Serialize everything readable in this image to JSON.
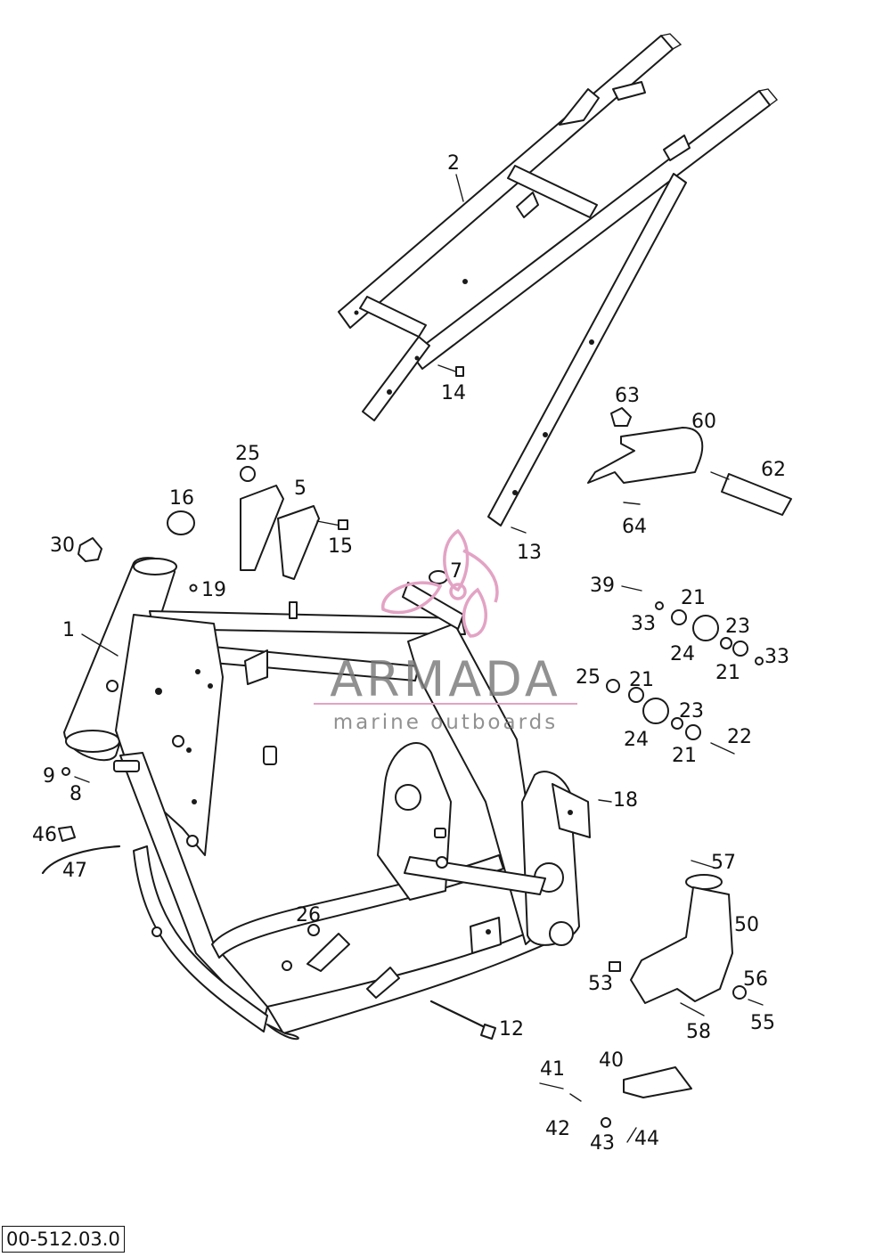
{
  "diagram": {
    "reference_code": "00-512.03.0",
    "callouts": [
      "1",
      "2",
      "5",
      "7",
      "8",
      "9",
      "12",
      "13",
      "14",
      "15",
      "16",
      "18",
      "19",
      "21",
      "21",
      "21",
      "21",
      "22",
      "23",
      "23",
      "24",
      "24",
      "25",
      "25",
      "26",
      "30",
      "33",
      "33",
      "39",
      "40",
      "41",
      "42",
      "43",
      "44",
      "46",
      "47",
      "50",
      "53",
      "55",
      "56",
      "57",
      "58",
      "60",
      "62",
      "63",
      "64"
    ]
  },
  "watermark": {
    "brand": "ARMADA",
    "tagline": "marine outboards",
    "logo_color": "#e3a3c4",
    "text_color": "#7a7a7a"
  }
}
